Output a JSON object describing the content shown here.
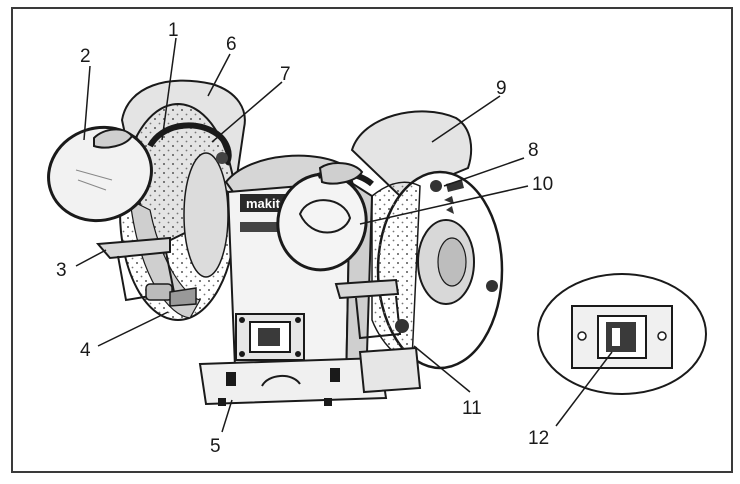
{
  "callouts": [
    {
      "id": "1",
      "label": "1"
    },
    {
      "id": "2",
      "label": "2"
    },
    {
      "id": "3",
      "label": "3"
    },
    {
      "id": "4",
      "label": "4"
    },
    {
      "id": "5",
      "label": "5"
    },
    {
      "id": "6",
      "label": "6"
    },
    {
      "id": "7",
      "label": "7"
    },
    {
      "id": "8",
      "label": "8"
    },
    {
      "id": "9",
      "label": "9"
    },
    {
      "id": "10",
      "label": "10"
    },
    {
      "id": "11",
      "label": "11"
    },
    {
      "id": "12",
      "label": "12"
    }
  ],
  "brand_text": "makita",
  "colors": {
    "ink": "#1a1a1a",
    "frame": "#3a3a3a",
    "shade": "#cfcfcf",
    "light": "#ededed",
    "background": "#ffffff"
  }
}
